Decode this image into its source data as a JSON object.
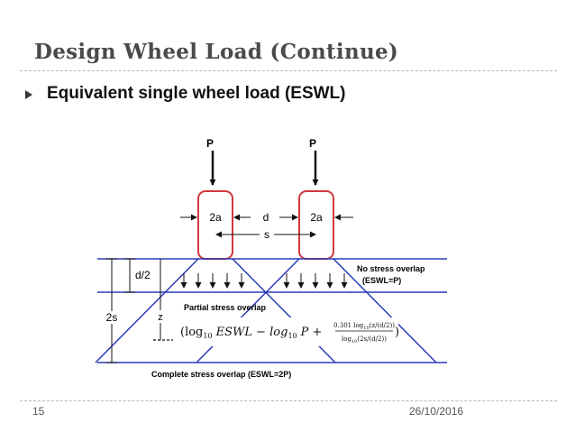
{
  "slide": {
    "title": "Design Wheel Load (Continue)",
    "bullet": "Equivalent single wheel load (ESWL)",
    "slide_number": "15",
    "date": "26/10/2016"
  },
  "diagram": {
    "load_left": "P",
    "load_right": "P",
    "contact_left": "2a",
    "contact_right": "2a",
    "gap": "d",
    "spacing": "s",
    "depth_half": "d/2",
    "depth_full": "2s",
    "depth_z": "z",
    "no_overlap": "No stress overlap",
    "no_overlap_eswl": "(ESWL=P)",
    "partial_overlap": "Partial stress overlap",
    "complete_overlap": "Complete stress overlap (ESWL=2P)",
    "formula_a": "(log",
    "formula_sub_a": "10",
    "formula_b": "ESWL − log",
    "formula_sub_b": "10",
    "formula_c": "P +",
    "formula_num": "0.301 log",
    "formula_num_sub": "10",
    "formula_num_arg": "(z/(d/2))",
    "formula_den": "log",
    "formula_den_sub": "10",
    "formula_den_arg": "(2s/(d/2))",
    "formula_close": ")"
  },
  "colors": {
    "line_blue": "#2a3bb8",
    "tire_red": "#d2373c",
    "title_gray": "#4a4a4a"
  }
}
